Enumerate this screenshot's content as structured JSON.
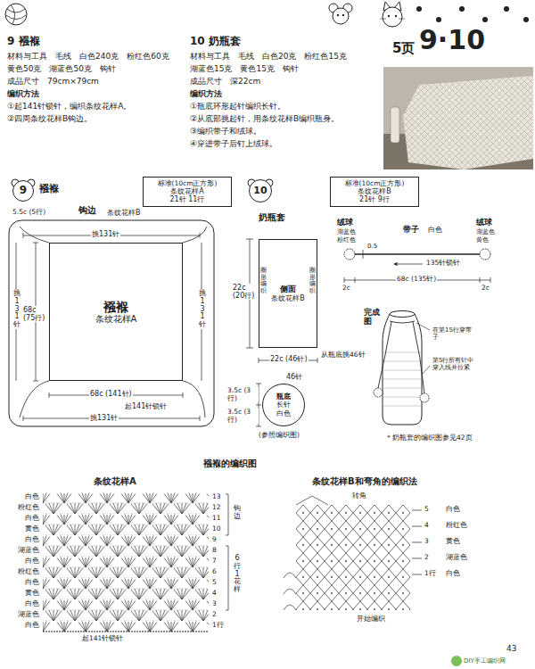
{
  "diagram": {
    "nodes": [
      {
        "text": [
          "9"
        ]
      },
      {
        "text": [
          "标准(10cm正方形)",
          "条纹花样A",
          "21针 11行"
        ]
      },
      {
        "text": [
          "襁褓",
          "条纹花样A"
        ]
      },
      {
        "text": [
          "10"
        ]
      },
      {
        "text": [
          "标准(10cm正方形)",
          "条纹花样B",
          "21针 9行"
        ]
      },
      {
        "text": [
          "侧面",
          "条纹花样B"
        ]
      },
      {
        "text": [
          "瓶底",
          "长针",
          "白色"
        ]
      }
    ],
    "labels": [
      "9 襁褓",
      "材料与工具　毛线　白色240克　粉红色60克",
      "黄色50克　湖蓝色50克　钩针",
      "成品尺寸　79cm×79cm",
      "编织方法",
      "①起141针锁针，编织条纹花样A。",
      "②四周条纹花样B钩边。",
      "10 奶瓶套",
      "材料与工具　毛线　白色20克　粉红色15克",
      "湖蓝色15克　黄色15克　钩针",
      "成品尺寸　深22cm",
      "编织方法",
      "①瓶底环形起针编织长针。",
      "②从底部挑起针，用条纹花样B编织瓶身。",
      "③编织带子和绒球。",
      "④穿进带子后钉上绒球。",
      "5页",
      "9·10",
      "襁褓",
      "5.5c (5行)",
      "钩边",
      "条纹花样B",
      "挑131针",
      "挑131针",
      "68c (75行)",
      "挑131针",
      "68c (141针)",
      "起141针锁针",
      "挑131针",
      "奶瓶套",
      "22c (20行)",
      "圈形编织",
      "圈形编织",
      "22c (46针)",
      "从瓶底挑46针",
      "46针",
      "3.5c (3行)",
      "3.5c (3行)",
      "(参照编织图)",
      "绒球",
      "湖蓝色",
      "粉红色",
      "带子",
      "白色",
      "绒球",
      "湖蓝色",
      "黄色",
      "0.5",
      "135针锁针",
      "68c (135针)",
      "2c",
      "2c",
      "完成图",
      "在第15行穿带子",
      "第5行所有针中穿入线并拉紧",
      "＊奶瓶套的编织图参见42页",
      "襁褓的编织图",
      "条纹花样A",
      "条纹花样B和弯角的编织法",
      "白色",
      "粉红色",
      "白色",
      "黄色",
      "白色",
      "湖蓝色",
      "白色",
      "粉红色",
      "白色",
      "黄色",
      "白色",
      "湖蓝色",
      "白色",
      "13",
      "12",
      "11",
      "10",
      "9",
      "8",
      "7",
      "6",
      "5",
      "4",
      "3",
      "2",
      "1行",
      "钩边",
      "6行1花样",
      "起141针锁针",
      "转角",
      "5",
      "4",
      "3",
      "2",
      "1行",
      "白色",
      "粉红色",
      "黄色",
      "湖蓝色",
      "白色",
      "开始编织",
      "43",
      "DIY手工编织网"
    ]
  }
}
